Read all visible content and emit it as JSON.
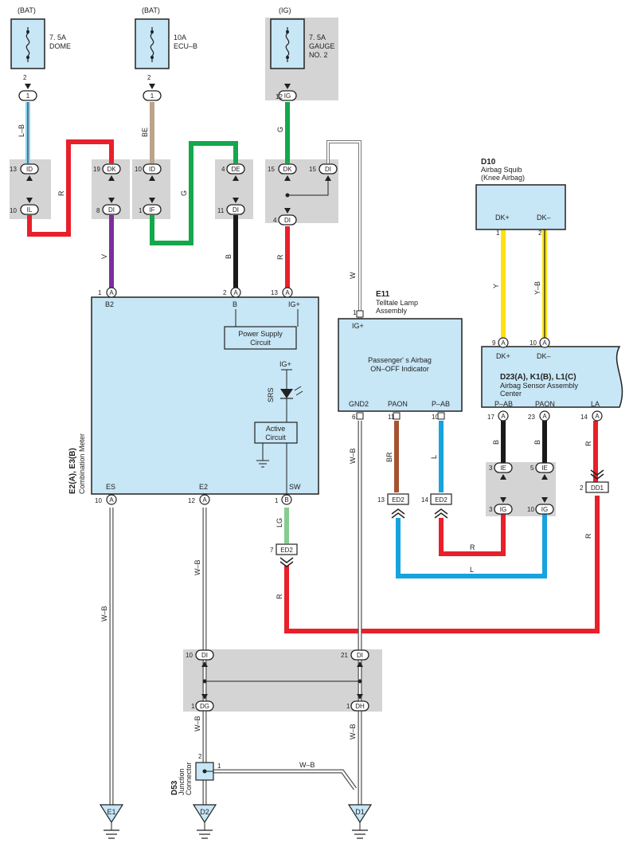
{
  "sources": {
    "bat1": {
      "supply": "(BAT)",
      "line1": "7. 5A",
      "line2": "DOME"
    },
    "bat2": {
      "supply": "(BAT)",
      "line1": "10A",
      "line2": "ECU–B"
    },
    "ig": {
      "supply": "(IG)",
      "line1": "7. 5A",
      "line2": "GAUGE",
      "line3": "NO. 2"
    }
  },
  "pins": {
    "dome_top": "2",
    "dome_conn": "1",
    "ecub_top": "2",
    "ecub_conn": "1",
    "gauge_top": "12",
    "gauge_conn": "IG",
    "j1_13": "13",
    "j1_10": "10",
    "j1_ID": "ID",
    "j1_IL": "IL",
    "j2_19": "19",
    "j2_8": "8",
    "j2_DK": "DK",
    "j2_DI": "DI",
    "j3_10": "10",
    "j3_1": "1",
    "j3_ID": "ID",
    "j3_IF": "IF",
    "j4_4": "4",
    "j4_11": "11",
    "j4_DE": "DE",
    "j4_DI": "DI",
    "j5_15a": "15",
    "j5_15b": "15",
    "j5_4": "4",
    "j5_DK": "DK",
    "j5_DI": "DI",
    "j5_DI2": "DI",
    "e2_1": "1",
    "e2_2": "2",
    "e2_13": "13",
    "e2_10": "10",
    "e2_12": "12",
    "e2_1b": "1",
    "ed2_7": "7",
    "ed2_13": "13",
    "ed2_14": "14",
    "e11_1": "1",
    "e11_6": "6",
    "e11_11": "11",
    "e11_10": "10",
    "d10_1": "1",
    "d10_2": "2",
    "d23_9": "9",
    "d23_10": "10",
    "d23_17": "17",
    "d23_23": "23",
    "d23_14": "14",
    "d23_3a": "3",
    "d23_5": "5",
    "d23_3b": "3",
    "d23_10b": "10",
    "dd1_2": "2",
    "j6_10": "10",
    "j6_21": "21",
    "j6_1a": "1",
    "j6_1b": "1",
    "d53_2": "2",
    "d53_1": "1"
  },
  "terms": {
    "A": "A",
    "B": "B",
    "IE": "IE",
    "IG": "IG",
    "DG": "DG",
    "DH": "DH",
    "DI": "DI"
  },
  "connectors": {
    "ed2": "ED2",
    "dd1": "DD1"
  },
  "wires": {
    "lb": "L–B",
    "r1": "R",
    "v": "V",
    "be": "BE",
    "g1": "G",
    "b1": "B",
    "g2": "G",
    "r2": "R",
    "w": "W",
    "y": "Y",
    "yb": "Y–B",
    "br": "BR",
    "l1": "L",
    "lg": "LG",
    "r3": "R",
    "r4": "R",
    "l2": "L",
    "b2": "B",
    "b3": "B",
    "r5": "R",
    "r6": "R",
    "wb1": "W–B",
    "wb2": "W–B",
    "wb3": "W–B",
    "wb4": "W–B",
    "wb5": "W–B",
    "wb6": "W–B"
  },
  "combination_meter": {
    "code": "E2(A), E3(B)",
    "name": "Combination Meter",
    "b2": "B2",
    "b": "B",
    "igp": "IG+",
    "es": "ES",
    "e2": "E2",
    "sw": "SW",
    "power_supply_1": "Power Supply",
    "power_supply_2": "Circuit",
    "ig_plus": "IG+",
    "srs": "SRS",
    "active_1": "Active",
    "active_2": "Circuit"
  },
  "telltale": {
    "code": "E11",
    "name1": "Telltale Lamp",
    "name2": "Assembly",
    "igp": "IG+",
    "indicator1": "Passenger' s Airbag",
    "indicator2": "ON–OFF Indicator",
    "gnd2": "GND2",
    "paon": "PAON",
    "pab": "P–AB"
  },
  "squib": {
    "code": "D10",
    "name1": "Airbag Squib",
    "name2": "(Knee Airbag)",
    "dkp": "DK+",
    "dkm": "DK–"
  },
  "sensor": {
    "code": "D23(A), K1(B), L1(C)",
    "name1": "Airbag Sensor Assembly",
    "name2": "Center",
    "dkp": "DK+",
    "dkm": "DK–",
    "pab": "P–AB",
    "paon": "PAON",
    "la": "LA"
  },
  "junction": {
    "code": "D53",
    "name1": "Junction",
    "name2": "Connector"
  },
  "grounds": {
    "e1": "E1",
    "d2": "D2",
    "d1": "D1"
  },
  "colors": {
    "red": "#e8202a",
    "violet": "#7b2f9e",
    "beige": "#bca38a",
    "green": "#13a84b",
    "black": "#1a1a1a",
    "yellow": "#ffe012",
    "brown": "#a5532f",
    "blue": "#16a3de",
    "lightgreen": "#86cc8f",
    "lightblue": "#8fd3ef",
    "box": "#c7e6f6",
    "gray": "#d4d4d4"
  }
}
